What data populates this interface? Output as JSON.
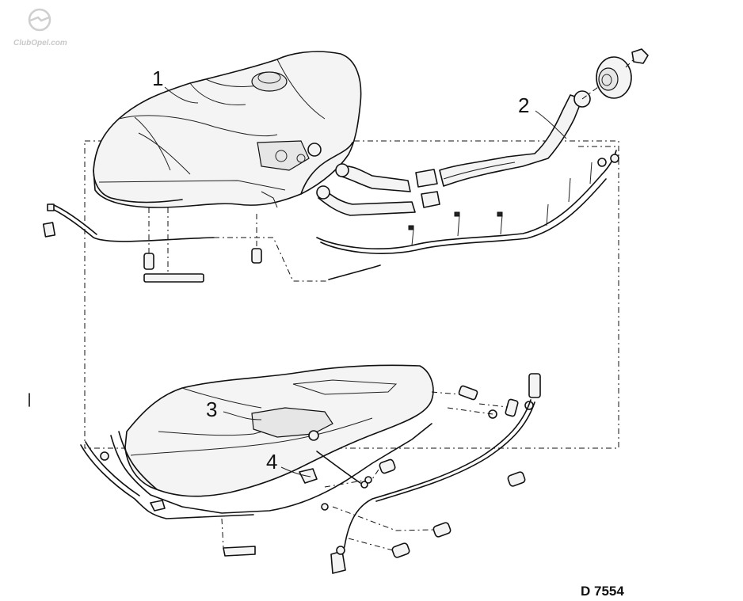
{
  "watermark": {
    "text": "ClubOpel.com"
  },
  "callouts": [
    {
      "id": "callout-1",
      "label": "1"
    },
    {
      "id": "callout-2",
      "label": "2"
    },
    {
      "id": "callout-3",
      "label": "3"
    },
    {
      "id": "callout-4",
      "label": "4"
    }
  ],
  "reference": {
    "code": "D 7554"
  },
  "colors": {
    "line": "#111111",
    "background": "#ffffff",
    "watermark": "#c8c8c8"
  }
}
